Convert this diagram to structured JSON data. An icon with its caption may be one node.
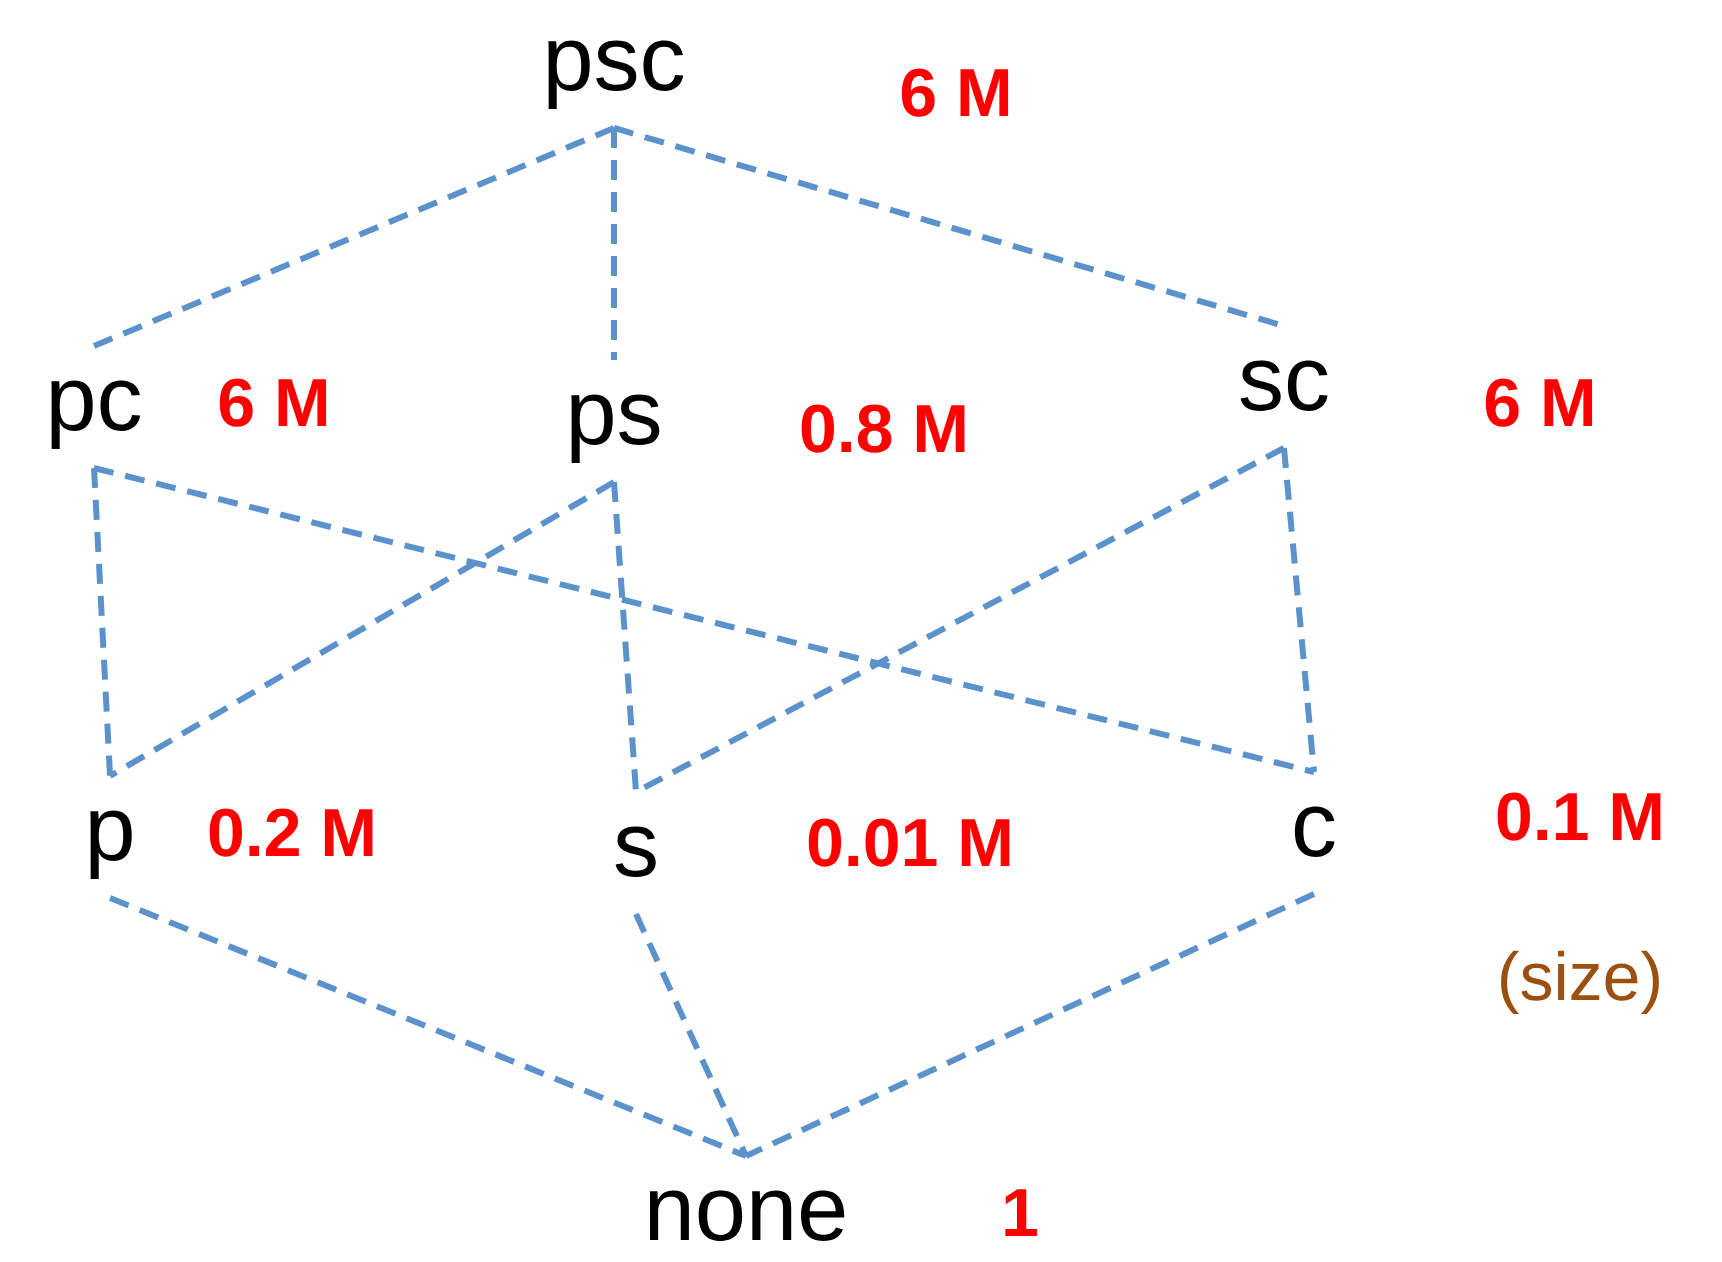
{
  "diagram": {
    "nodes": [
      {
        "text": [
          "psc"
        ],
        "beside": [
          "6 M"
        ]
      },
      {
        "text": [
          "pc"
        ],
        "beside": [
          "6 M"
        ]
      },
      {
        "text": [
          "ps"
        ],
        "beside": [
          "0.8 M"
        ]
      },
      {
        "text": [
          "sc"
        ],
        "beside": [
          "6 M"
        ]
      },
      {
        "text": [
          "p"
        ],
        "beside": [
          "0.2 M"
        ]
      },
      {
        "text": [
          "s"
        ],
        "beside": [
          "0.01 M"
        ]
      },
      {
        "text": [
          "c"
        ],
        "beside": [
          "0.1 M"
        ]
      },
      {
        "text": [
          "none"
        ],
        "beside": [
          "1"
        ]
      }
    ],
    "edges": [
      {
        "from": 0,
        "to": 1,
        "arrow": "none"
      },
      {
        "from": 0,
        "to": 2,
        "arrow": "none"
      },
      {
        "from": 0,
        "to": 3,
        "arrow": "none"
      },
      {
        "from": 1,
        "to": 4,
        "arrow": "none"
      },
      {
        "from": 1,
        "to": 6,
        "arrow": "none"
      },
      {
        "from": 2,
        "to": 4,
        "arrow": "none"
      },
      {
        "from": 2,
        "to": 5,
        "arrow": "none"
      },
      {
        "from": 3,
        "to": 5,
        "arrow": "none"
      },
      {
        "from": 3,
        "to": 6,
        "arrow": "none"
      },
      {
        "from": 4,
        "to": 7,
        "arrow": "none"
      },
      {
        "from": 5,
        "to": 7,
        "arrow": "none"
      },
      {
        "from": 6,
        "to": 7,
        "arrow": "none"
      }
    ],
    "labels": [
      "(size)"
    ]
  }
}
